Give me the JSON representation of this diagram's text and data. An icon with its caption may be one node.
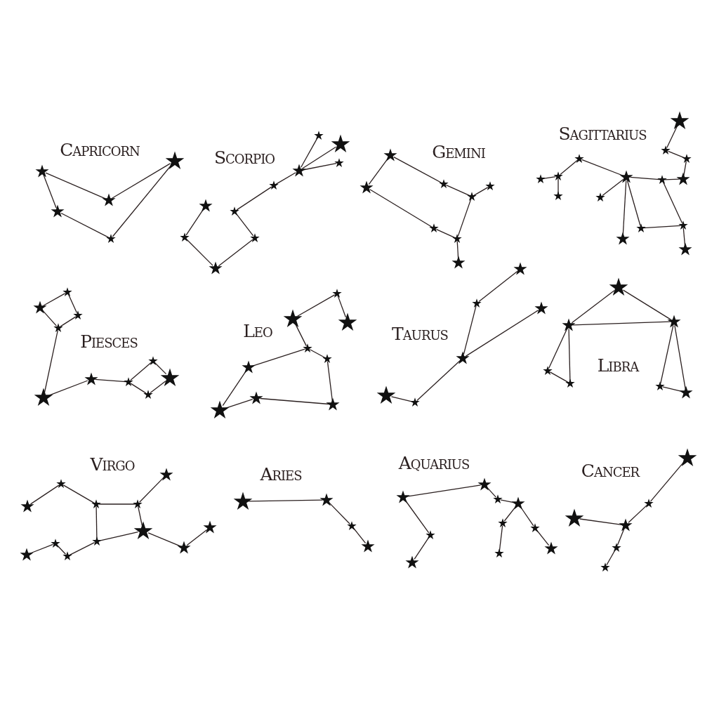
{
  "diagram": {
    "nodes": [
      {
        "text": [],
        "shape": "star"
      },
      {
        "text": [],
        "shape": "star"
      },
      {
        "text": [],
        "shape": "star"
      },
      {
        "text": [],
        "shape": "star"
      },
      {
        "text": [],
        "shape": "star"
      },
      {
        "text": [],
        "shape": "star"
      },
      {
        "text": [],
        "shape": "star"
      },
      {
        "text": [],
        "shape": "star"
      },
      {
        "text": [],
        "shape": "star"
      },
      {
        "text": [],
        "shape": "star"
      },
      {
        "text": [],
        "shape": "star"
      },
      {
        "text": [],
        "shape": "star"
      },
      {
        "text": [],
        "shape": "star"
      },
      {
        "text": [],
        "shape": "star"
      },
      {
        "text": [],
        "shape": "star"
      },
      {
        "text": [],
        "shape": "star"
      },
      {
        "text": [],
        "shape": "star"
      },
      {
        "text": [],
        "shape": "star"
      },
      {
        "text": [],
        "shape": "star"
      },
      {
        "text": [],
        "shape": "star"
      },
      {
        "text": [],
        "shape": "star"
      },
      {
        "text": [],
        "shape": "star"
      },
      {
        "text": [],
        "shape": "star"
      },
      {
        "text": [],
        "shape": "star"
      },
      {
        "text": [],
        "shape": "star"
      },
      {
        "text": [],
        "shape": "star"
      },
      {
        "text": [],
        "shape": "star"
      },
      {
        "text": [],
        "shape": "star"
      },
      {
        "text": [],
        "shape": "star"
      },
      {
        "text": [],
        "shape": "star"
      },
      {
        "text": [],
        "shape": "star"
      },
      {
        "text": [],
        "shape": "star"
      },
      {
        "text": [],
        "shape": "star"
      },
      {
        "text": [],
        "shape": "star"
      },
      {
        "text": [],
        "shape": "star"
      },
      {
        "text": [],
        "shape": "star"
      },
      {
        "text": [],
        "shape": "star"
      },
      {
        "text": [],
        "shape": "star"
      },
      {
        "text": [],
        "shape": "star"
      },
      {
        "text": [],
        "shape": "star"
      },
      {
        "text": [],
        "shape": "star"
      },
      {
        "text": [],
        "shape": "star"
      },
      {
        "text": [],
        "shape": "star"
      },
      {
        "text": [],
        "shape": "star"
      },
      {
        "text": [],
        "shape": "star"
      },
      {
        "text": [],
        "shape": "star"
      },
      {
        "text": [],
        "shape": "star"
      },
      {
        "text": [],
        "shape": "star"
      },
      {
        "text": [],
        "shape": "star"
      },
      {
        "text": [],
        "shape": "star"
      },
      {
        "text": [],
        "shape": "star"
      },
      {
        "text": [],
        "shape": "star"
      },
      {
        "text": [],
        "shape": "star"
      },
      {
        "text": [],
        "shape": "star"
      },
      {
        "text": [],
        "shape": "star"
      },
      {
        "text": [],
        "shape": "star"
      },
      {
        "text": [],
        "shape": "star"
      },
      {
        "text": [],
        "shape": "star"
      },
      {
        "text": [],
        "shape": "star"
      },
      {
        "text": [],
        "shape": "star"
      },
      {
        "text": [],
        "shape": "star"
      },
      {
        "text": [],
        "shape": "star"
      },
      {
        "text": [],
        "shape": "star"
      },
      {
        "text": [],
        "shape": "star"
      },
      {
        "text": [],
        "shape": "star"
      },
      {
        "text": [],
        "shape": "star"
      },
      {
        "text": [],
        "shape": "star"
      },
      {
        "text": [],
        "shape": "star"
      },
      {
        "text": [],
        "shape": "star"
      },
      {
        "text": [],
        "shape": "star"
      },
      {
        "text": [],
        "shape": "star"
      },
      {
        "text": [],
        "shape": "star"
      },
      {
        "text": [],
        "shape": "star"
      },
      {
        "text": [],
        "shape": "star"
      },
      {
        "text": [],
        "shape": "star"
      },
      {
        "text": [],
        "shape": "star"
      },
      {
        "text": [],
        "shape": "star"
      },
      {
        "text": [],
        "shape": "star"
      },
      {
        "text": [],
        "shape": "star"
      },
      {
        "text": [],
        "shape": "star"
      },
      {
        "text": [],
        "shape": "star"
      },
      {
        "text": [],
        "shape": "star"
      },
      {
        "text": [],
        "shape": "star"
      },
      {
        "text": [],
        "shape": "star"
      },
      {
        "text": [],
        "shape": "star"
      },
      {
        "text": [],
        "shape": "star"
      },
      {
        "text": [],
        "shape": "star"
      },
      {
        "text": [],
        "shape": "star"
      },
      {
        "text": [],
        "shape": "star"
      },
      {
        "text": [],
        "shape": "star"
      },
      {
        "text": [],
        "shape": "star"
      },
      {
        "text": [],
        "shape": "star"
      },
      {
        "text": [],
        "shape": "star"
      },
      {
        "text": [],
        "shape": "star"
      },
      {
        "text": [],
        "shape": "star"
      },
      {
        "text": [],
        "shape": "star"
      },
      {
        "text": [],
        "shape": "star"
      },
      {
        "text": [],
        "shape": "star"
      },
      {
        "text": [],
        "shape": "star"
      },
      {
        "text": [],
        "shape": "star"
      },
      {
        "text": [],
        "shape": "star"
      },
      {
        "text": [],
        "shape": "star"
      }
    ],
    "edges": [
      {
        "from": 0,
        "to": 1,
        "arrow": "none"
      },
      {
        "from": 0,
        "to": 2,
        "arrow": "none"
      },
      {
        "from": 1,
        "to": 3,
        "arrow": "none"
      },
      {
        "from": 2,
        "to": 4,
        "arrow": "none"
      },
      {
        "from": 3,
        "to": 4,
        "arrow": "none"
      },
      {
        "from": 5,
        "to": 6,
        "arrow": "none"
      },
      {
        "from": 6,
        "to": 7,
        "arrow": "none"
      },
      {
        "from": 7,
        "to": 8,
        "arrow": "none"
      },
      {
        "from": 8,
        "to": 9,
        "arrow": "none"
      },
      {
        "from": 9,
        "to": 10,
        "arrow": "none"
      },
      {
        "from": 10,
        "to": 11,
        "arrow": "none"
      },
      {
        "from": 11,
        "to": 12,
        "arrow": "none"
      },
      {
        "from": 11,
        "to": 13,
        "arrow": "none"
      },
      {
        "from": 11,
        "to": 14,
        "arrow": "none"
      },
      {
        "from": 15,
        "to": 16,
        "arrow": "none"
      },
      {
        "from": 15,
        "to": 17,
        "arrow": "none"
      },
      {
        "from": 17,
        "to": 18,
        "arrow": "none"
      },
      {
        "from": 18,
        "to": 19,
        "arrow": "none"
      },
      {
        "from": 16,
        "to": 20,
        "arrow": "none"
      },
      {
        "from": 20,
        "to": 21,
        "arrow": "none"
      },
      {
        "from": 18,
        "to": 21,
        "arrow": "none"
      },
      {
        "from": 21,
        "to": 22,
        "arrow": "none"
      },
      {
        "from": 23,
        "to": 24,
        "arrow": "none"
      },
      {
        "from": 24,
        "to": 25,
        "arrow": "none"
      },
      {
        "from": 25,
        "to": 26,
        "arrow": "none"
      },
      {
        "from": 26,
        "to": 27,
        "arrow": "none"
      },
      {
        "from": 27,
        "to": 28,
        "arrow": "none"
      },
      {
        "from": 28,
        "to": 29,
        "arrow": "none"
      },
      {
        "from": 29,
        "to": 30,
        "arrow": "none"
      },
      {
        "from": 30,
        "to": 31,
        "arrow": "none"
      },
      {
        "from": 30,
        "to": 32,
        "arrow": "none"
      },
      {
        "from": 28,
        "to": 33,
        "arrow": "none"
      },
      {
        "from": 28,
        "to": 35,
        "arrow": "none"
      },
      {
        "from": 28,
        "to": 34,
        "arrow": "none"
      },
      {
        "from": 34,
        "to": 36,
        "arrow": "none"
      },
      {
        "from": 27,
        "to": 36,
        "arrow": "none"
      },
      {
        "from": 36,
        "to": 37,
        "arrow": "none"
      },
      {
        "from": 38,
        "to": 39,
        "arrow": "none"
      },
      {
        "from": 38,
        "to": 40,
        "arrow": "none"
      },
      {
        "from": 39,
        "to": 41,
        "arrow": "none"
      },
      {
        "from": 40,
        "to": 41,
        "arrow": "none"
      },
      {
        "from": 41,
        "to": 42,
        "arrow": "none"
      },
      {
        "from": 42,
        "to": 43,
        "arrow": "none"
      },
      {
        "from": 43,
        "to": 44,
        "arrow": "none"
      },
      {
        "from": 44,
        "to": 45,
        "arrow": "none"
      },
      {
        "from": 45,
        "to": 46,
        "arrow": "none"
      },
      {
        "from": 46,
        "to": 47,
        "arrow": "none"
      },
      {
        "from": 47,
        "to": 44,
        "arrow": "none"
      },
      {
        "from": 48,
        "to": 49,
        "arrow": "none"
      },
      {
        "from": 48,
        "to": 50,
        "arrow": "none"
      },
      {
        "from": 49,
        "to": 51,
        "arrow": "none"
      },
      {
        "from": 51,
        "to": 52,
        "arrow": "none"
      },
      {
        "from": 51,
        "to": 53,
        "arrow": "none"
      },
      {
        "from": 53,
        "to": 55,
        "arrow": "none"
      },
      {
        "from": 55,
        "to": 54,
        "arrow": "none"
      },
      {
        "from": 54,
        "to": 56,
        "arrow": "none"
      },
      {
        "from": 52,
        "to": 56,
        "arrow": "none"
      },
      {
        "from": 57,
        "to": 58,
        "arrow": "none"
      },
      {
        "from": 58,
        "to": 60,
        "arrow": "none"
      },
      {
        "from": 59,
        "to": 60,
        "arrow": "none"
      },
      {
        "from": 60,
        "to": 62,
        "arrow": "none"
      },
      {
        "from": 62,
        "to": 61,
        "arrow": "none"
      },
      {
        "from": 63,
        "to": 64,
        "arrow": "none"
      },
      {
        "from": 63,
        "to": 65,
        "arrow": "none"
      },
      {
        "from": 64,
        "to": 65,
        "arrow": "none"
      },
      {
        "from": 64,
        "to": 66,
        "arrow": "none"
      },
      {
        "from": 66,
        "to": 67,
        "arrow": "none"
      },
      {
        "from": 64,
        "to": 67,
        "arrow": "none"
      },
      {
        "from": 65,
        "to": 68,
        "arrow": "none"
      },
      {
        "from": 65,
        "to": 69,
        "arrow": "none"
      },
      {
        "from": 68,
        "to": 69,
        "arrow": "none"
      },
      {
        "from": 70,
        "to": 71,
        "arrow": "none"
      },
      {
        "from": 71,
        "to": 72,
        "arrow": "none"
      },
      {
        "from": 72,
        "to": 73,
        "arrow": "none"
      },
      {
        "from": 73,
        "to": 74,
        "arrow": "none"
      },
      {
        "from": 73,
        "to": 75,
        "arrow": "none"
      },
      {
        "from": 72,
        "to": 78,
        "arrow": "none"
      },
      {
        "from": 75,
        "to": 78,
        "arrow": "none"
      },
      {
        "from": 75,
        "to": 76,
        "arrow": "none"
      },
      {
        "from": 76,
        "to": 77,
        "arrow": "none"
      },
      {
        "from": 78,
        "to": 79,
        "arrow": "none"
      },
      {
        "from": 79,
        "to": 80,
        "arrow": "none"
      },
      {
        "from": 80,
        "to": 81,
        "arrow": "none"
      },
      {
        "from": 82,
        "to": 83,
        "arrow": "none"
      },
      {
        "from": 83,
        "to": 84,
        "arrow": "none"
      },
      {
        "from": 84,
        "to": 85,
        "arrow": "none"
      },
      {
        "from": 86,
        "to": 87,
        "arrow": "none"
      },
      {
        "from": 87,
        "to": 88,
        "arrow": "none"
      },
      {
        "from": 86,
        "to": 89,
        "arrow": "none"
      },
      {
        "from": 89,
        "to": 90,
        "arrow": "none"
      },
      {
        "from": 90,
        "to": 91,
        "arrow": "none"
      },
      {
        "from": 91,
        "to": 92,
        "arrow": "none"
      },
      {
        "from": 92,
        "to": 93,
        "arrow": "none"
      },
      {
        "from": 91,
        "to": 94,
        "arrow": "none"
      },
      {
        "from": 94,
        "to": 95,
        "arrow": "none"
      },
      {
        "from": 96,
        "to": 97,
        "arrow": "none"
      },
      {
        "from": 97,
        "to": 98,
        "arrow": "none"
      },
      {
        "from": 98,
        "to": 99,
        "arrow": "none"
      },
      {
        "from": 98,
        "to": 100,
        "arrow": "none"
      },
      {
        "from": 100,
        "to": 101,
        "arrow": "none"
      }
    ],
    "labels": [
      "Capricorn",
      "Scorpio",
      "Gemini",
      "Sagittarius",
      "Piesces",
      "Leo",
      "Taurus",
      "Libra",
      "Virgo",
      "Aries",
      "Aquarius",
      "Cancer"
    ]
  }
}
